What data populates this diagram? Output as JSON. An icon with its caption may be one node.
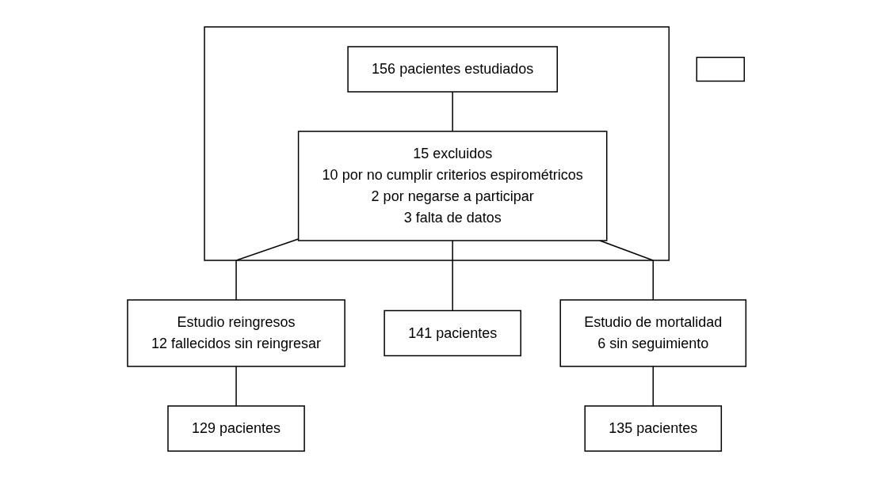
{
  "diagram": {
    "nodes": [
      {
        "text": [],
        "shape": "box"
      },
      {
        "text": [],
        "shape": "box"
      },
      {
        "text": [
          "156 pacientes estudiados"
        ],
        "in": 1
      },
      {
        "text": [
          "15 excluidos",
          "10 por no cumplir criterios espirométricos",
          "2 por negarse a participar",
          "3 falta de datos"
        ],
        "in": 1
      },
      {
        "text": [
          "Estudio reingresos",
          "12 fallecidos sin reingresar"
        ]
      },
      {
        "text": [
          "141 pacientes"
        ]
      },
      {
        "text": [
          "Estudio de mortalidad",
          "6 sin seguimiento"
        ]
      },
      {
        "text": [
          "129 pacientes"
        ]
      },
      {
        "text": [
          "135 pacientes"
        ]
      }
    ],
    "edges": [
      {
        "from": 2,
        "to": 3,
        "arrow": "none"
      },
      {
        "from": 3,
        "to": 4,
        "arrow": "none"
      },
      {
        "from": 3,
        "to": 5,
        "arrow": "none"
      },
      {
        "from": 3,
        "to": 6,
        "arrow": "none"
      },
      {
        "from": 4,
        "to": 7,
        "arrow": "none"
      },
      {
        "from": 6,
        "to": 8,
        "arrow": "none"
      }
    ]
  }
}
